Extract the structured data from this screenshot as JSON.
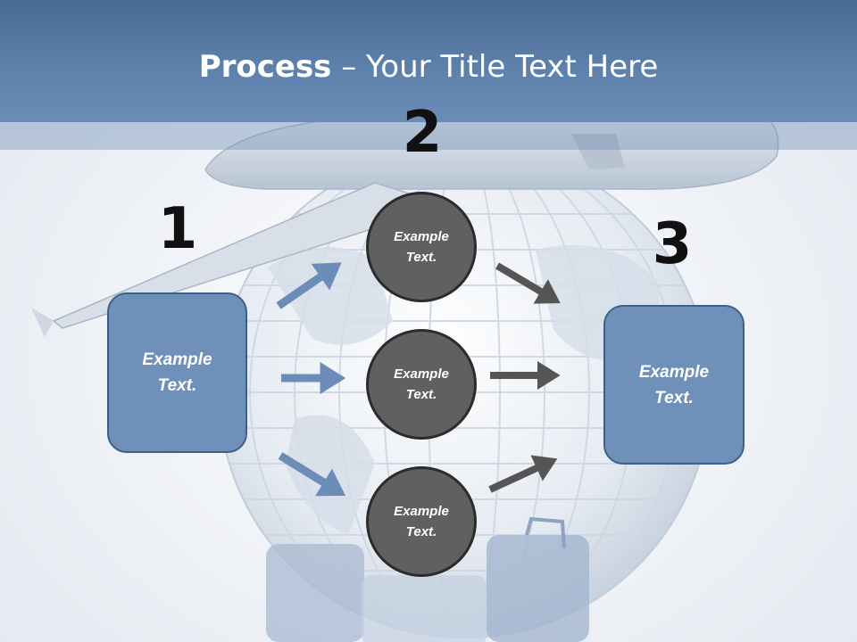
{
  "title": {
    "bold": "Process",
    "rest": " – Your Title Text Here"
  },
  "steps": {
    "one": "1",
    "two": "2",
    "three": "3"
  },
  "left_box": {
    "line1": "Example",
    "line2": "Text."
  },
  "right_box": {
    "line1": "Example",
    "line2": "Text."
  },
  "circles": [
    {
      "line1": "Example",
      "line2": "Text."
    },
    {
      "line1": "Example",
      "line2": "Text."
    },
    {
      "line1": "Example",
      "line2": "Text."
    }
  ],
  "colors": {
    "title_band": "#5f82ad",
    "box_fill": "#6f90b8",
    "circle_fill": "#606060",
    "blue_arrow": "#6b8db8",
    "dark_arrow": "#555555"
  }
}
